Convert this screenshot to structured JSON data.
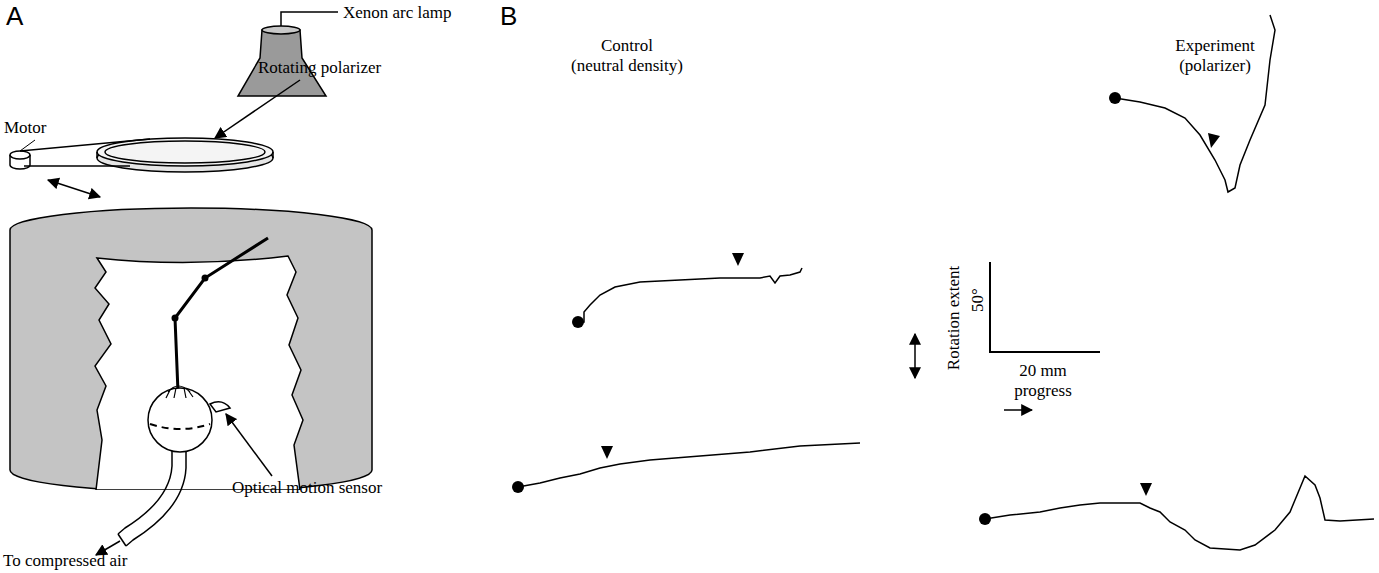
{
  "diagram": {
    "labels": [
      "A",
      "Xenon arc lamp",
      "Rotating polarizer",
      "Motor",
      "Optical motion sensor",
      "To compressed air",
      "B",
      "Control (neutral density)",
      "Experiment (polarizer)",
      "Rotation extent",
      "50°",
      "20 mm progress"
    ]
  }
}
